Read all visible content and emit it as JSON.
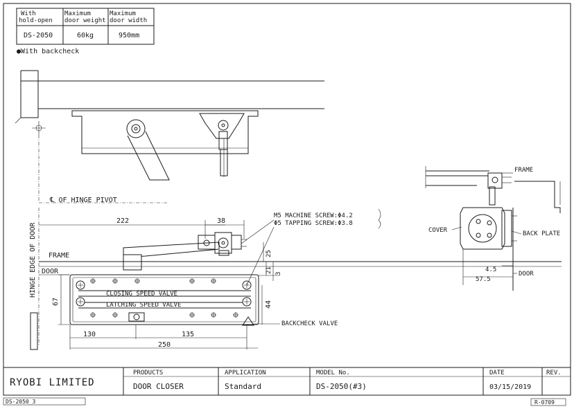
{
  "spec_table": {
    "headers": [
      "With\nhold-open",
      "Maximum\ndoor weight",
      "Maximum\ndoor width"
    ],
    "row": [
      "DS-2050",
      "60kg",
      "950mm"
    ]
  },
  "note": "●With backcheck",
  "labels": {
    "hinge_pivot": "℄ OF HINGE PIVOT",
    "hinge_edge": "HINGE EDGE OF DOOR",
    "frame": "FRAME",
    "door": "DOOR",
    "closing_valve": "CLOSING SPEED VALVE",
    "latching_valve": "LATCHING SPEED VALVE",
    "backcheck_valve": "BACKCHECK VALVE",
    "screw1": "M5 MACHINE SCREW:Φ4.2",
    "screw2": "Φ5 TAPPING SCREW:Φ3.8",
    "side_frame": "FRAME",
    "side_cover": "COVER",
    "side_back_plate": "BACK PLATE",
    "side_door": "DOOR"
  },
  "dimensions": {
    "d222": "222",
    "d38": "38",
    "d25": "25",
    "d21": "21",
    "d3": "3",
    "d44": "44",
    "d67": "67",
    "d130": "130",
    "d135": "135",
    "d250": "250",
    "d4_5": "4.5",
    "d57_5": "57.5"
  },
  "title_block": {
    "company": "RYOBI LIMITED",
    "products_label": "PRODUCTS",
    "products_value": "DOOR CLOSER",
    "application_label": "APPLICATION",
    "application_value": "Standard",
    "model_label": "MODEL No.",
    "model_value": "DS-2050(#3)",
    "date_label": "DATE",
    "date_value": "03/15/2019",
    "rev_label": "REV.",
    "rev_value": ""
  },
  "footer": {
    "file_ref": "DS-2050_3",
    "doc_ref": "R-0709"
  }
}
